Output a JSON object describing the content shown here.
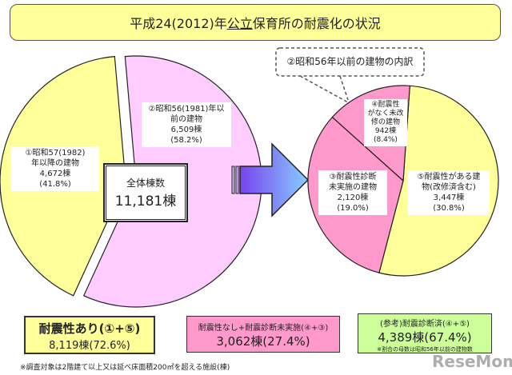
{
  "title": {
    "prefix": "平成24(2012)年 ",
    "underlined": "公立",
    "suffix": "保育所の耐震化の状況"
  },
  "colors": {
    "yellow": "#ffff99",
    "light_pink": "#ffccff",
    "pink": "#ff99cc",
    "green": "#ccff99",
    "arrow": "#9966ff"
  },
  "chart_data": [
    {
      "type": "pie",
      "slices": [
        {
          "label": "①昭和57(1982)年以降の建物",
          "value": 4672,
          "percent": 41.8,
          "color": "#ffff99"
        },
        {
          "label": "②昭和56(1981)年以前の建物",
          "value": 6509,
          "percent": 58.2,
          "color": "#ffccff"
        }
      ],
      "total_label": "全体棟数",
      "total": "11,181棟"
    },
    {
      "type": "pie",
      "title": "②昭和56年以前の建物の内訳",
      "slices": [
        {
          "label": "⑤耐震性がある建物(改修済含む)",
          "value": 3447,
          "percent": 30.8,
          "color": "#ffff99"
        },
        {
          "label": "③耐震性診断未実施の建物",
          "value": 2120,
          "percent": 19.0,
          "color": "#ff99cc"
        },
        {
          "label": "④耐震性がなく未改修の建物",
          "value": 942,
          "percent": 8.4,
          "color": "#ff99cc"
        }
      ]
    }
  ],
  "left": {
    "s1": [
      "①昭和57(1982)",
      "年以降の建物",
      "4,672棟",
      "(41.8%)"
    ],
    "s2": [
      "②昭和56(1981)年",
      "以前の建物",
      "6,509棟",
      "(58.2%)"
    ],
    "total_label": "全体棟数",
    "total": "11,181棟"
  },
  "right": {
    "callout": "②昭和56年以前の建物の内訳",
    "s4": [
      "④耐震性",
      "がなく未改",
      "修の建物",
      "942棟",
      "(8.4%)"
    ],
    "s3": [
      "③耐震性診断",
      "未実施の建物",
      "2,120棟",
      "(19.0%)"
    ],
    "s5": [
      "⑤耐震性がある建",
      "物(改修済含む)",
      "3,447棟",
      "(30.8%)"
    ]
  },
  "summary": [
    {
      "title": "耐震性あり(①+⑤)",
      "value": "8,119棟(72.6%)"
    },
    {
      "title": "耐震性なし+耐震診断未実施(④+③)",
      "value": "3,062棟(27.4%)"
    },
    {
      "title": "(参考)耐震診断済(④+⑤)",
      "value": "4,389棟(67.4%)",
      "note": "※割合の母数は昭和56年以前の建物数"
    }
  ],
  "footnote": "※調査対象は2階建て以上又は延べ床面積200㎡を超える施設(棟)",
  "watermark": "ReseMom"
}
